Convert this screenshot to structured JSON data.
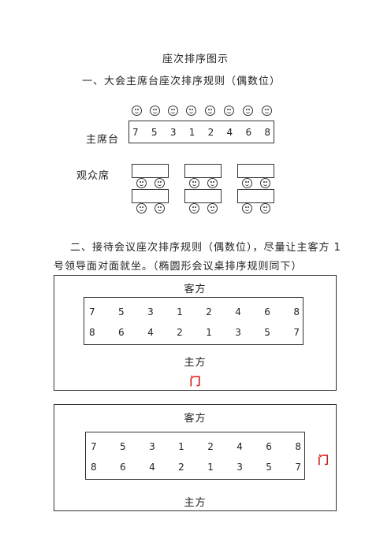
{
  "page_title": "座次排序图示",
  "section1": {
    "heading": "一、大会主席台座次排序规则（偶数位）",
    "dais_label": "主席台",
    "dais_seats": [
      "7",
      "5",
      "3",
      "1",
      "2",
      "4",
      "6",
      "8"
    ],
    "audience_label": "观众席"
  },
  "section2": {
    "heading_line1": "二、接待会议座次排序规则（偶数位），尽量让主客方 1",
    "heading_line2": "号领导面对面就坐。（椭圆形会议桌排序规则同下）",
    "diagram1": {
      "guest_label": "客方",
      "guest_row": [
        "7",
        "5",
        "3",
        "1",
        "2",
        "4",
        "6",
        "8"
      ],
      "host_row": [
        "8",
        "6",
        "4",
        "2",
        "1",
        "3",
        "5",
        "7"
      ],
      "host_label": "主方",
      "door_label": "门"
    },
    "diagram2": {
      "guest_label": "客方",
      "guest_row": [
        "7",
        "5",
        "3",
        "1",
        "2",
        "4",
        "6",
        "8"
      ],
      "host_row": [
        "8",
        "6",
        "4",
        "2",
        "1",
        "3",
        "5",
        "7"
      ],
      "host_label": "主方",
      "door_label": "门"
    }
  },
  "colors": {
    "door": "#e0140e",
    "line": "#333333"
  }
}
